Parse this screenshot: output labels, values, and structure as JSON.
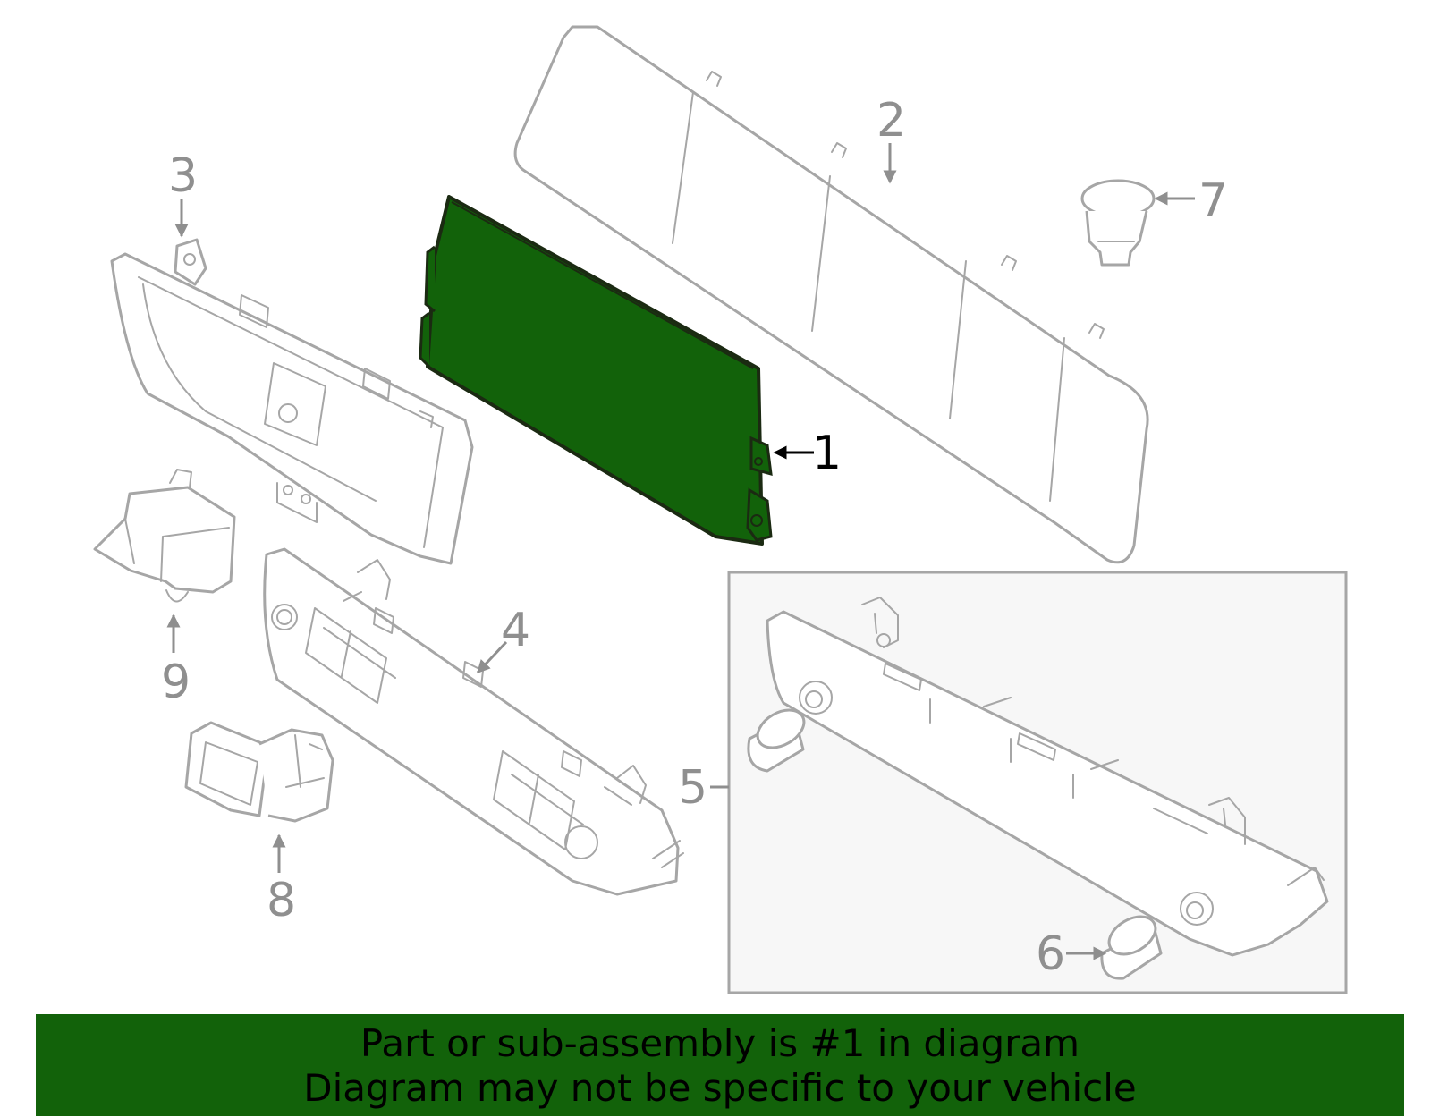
{
  "colors": {
    "highlight": "#12620a",
    "line": "#a6a6a6",
    "callout": "#8f8f8f",
    "active_callout": "#000000",
    "inset_bg": "#f7f7f7"
  },
  "callouts": {
    "c1": "1",
    "c2": "2",
    "c3": "3",
    "c4": "4",
    "c5": "5",
    "c6": "6",
    "c7": "7",
    "c8": "8",
    "c9": "9"
  },
  "banner": {
    "line1": "Part or sub-assembly is #1 in diagram",
    "line2": "Diagram may not be specific to your vehicle"
  }
}
